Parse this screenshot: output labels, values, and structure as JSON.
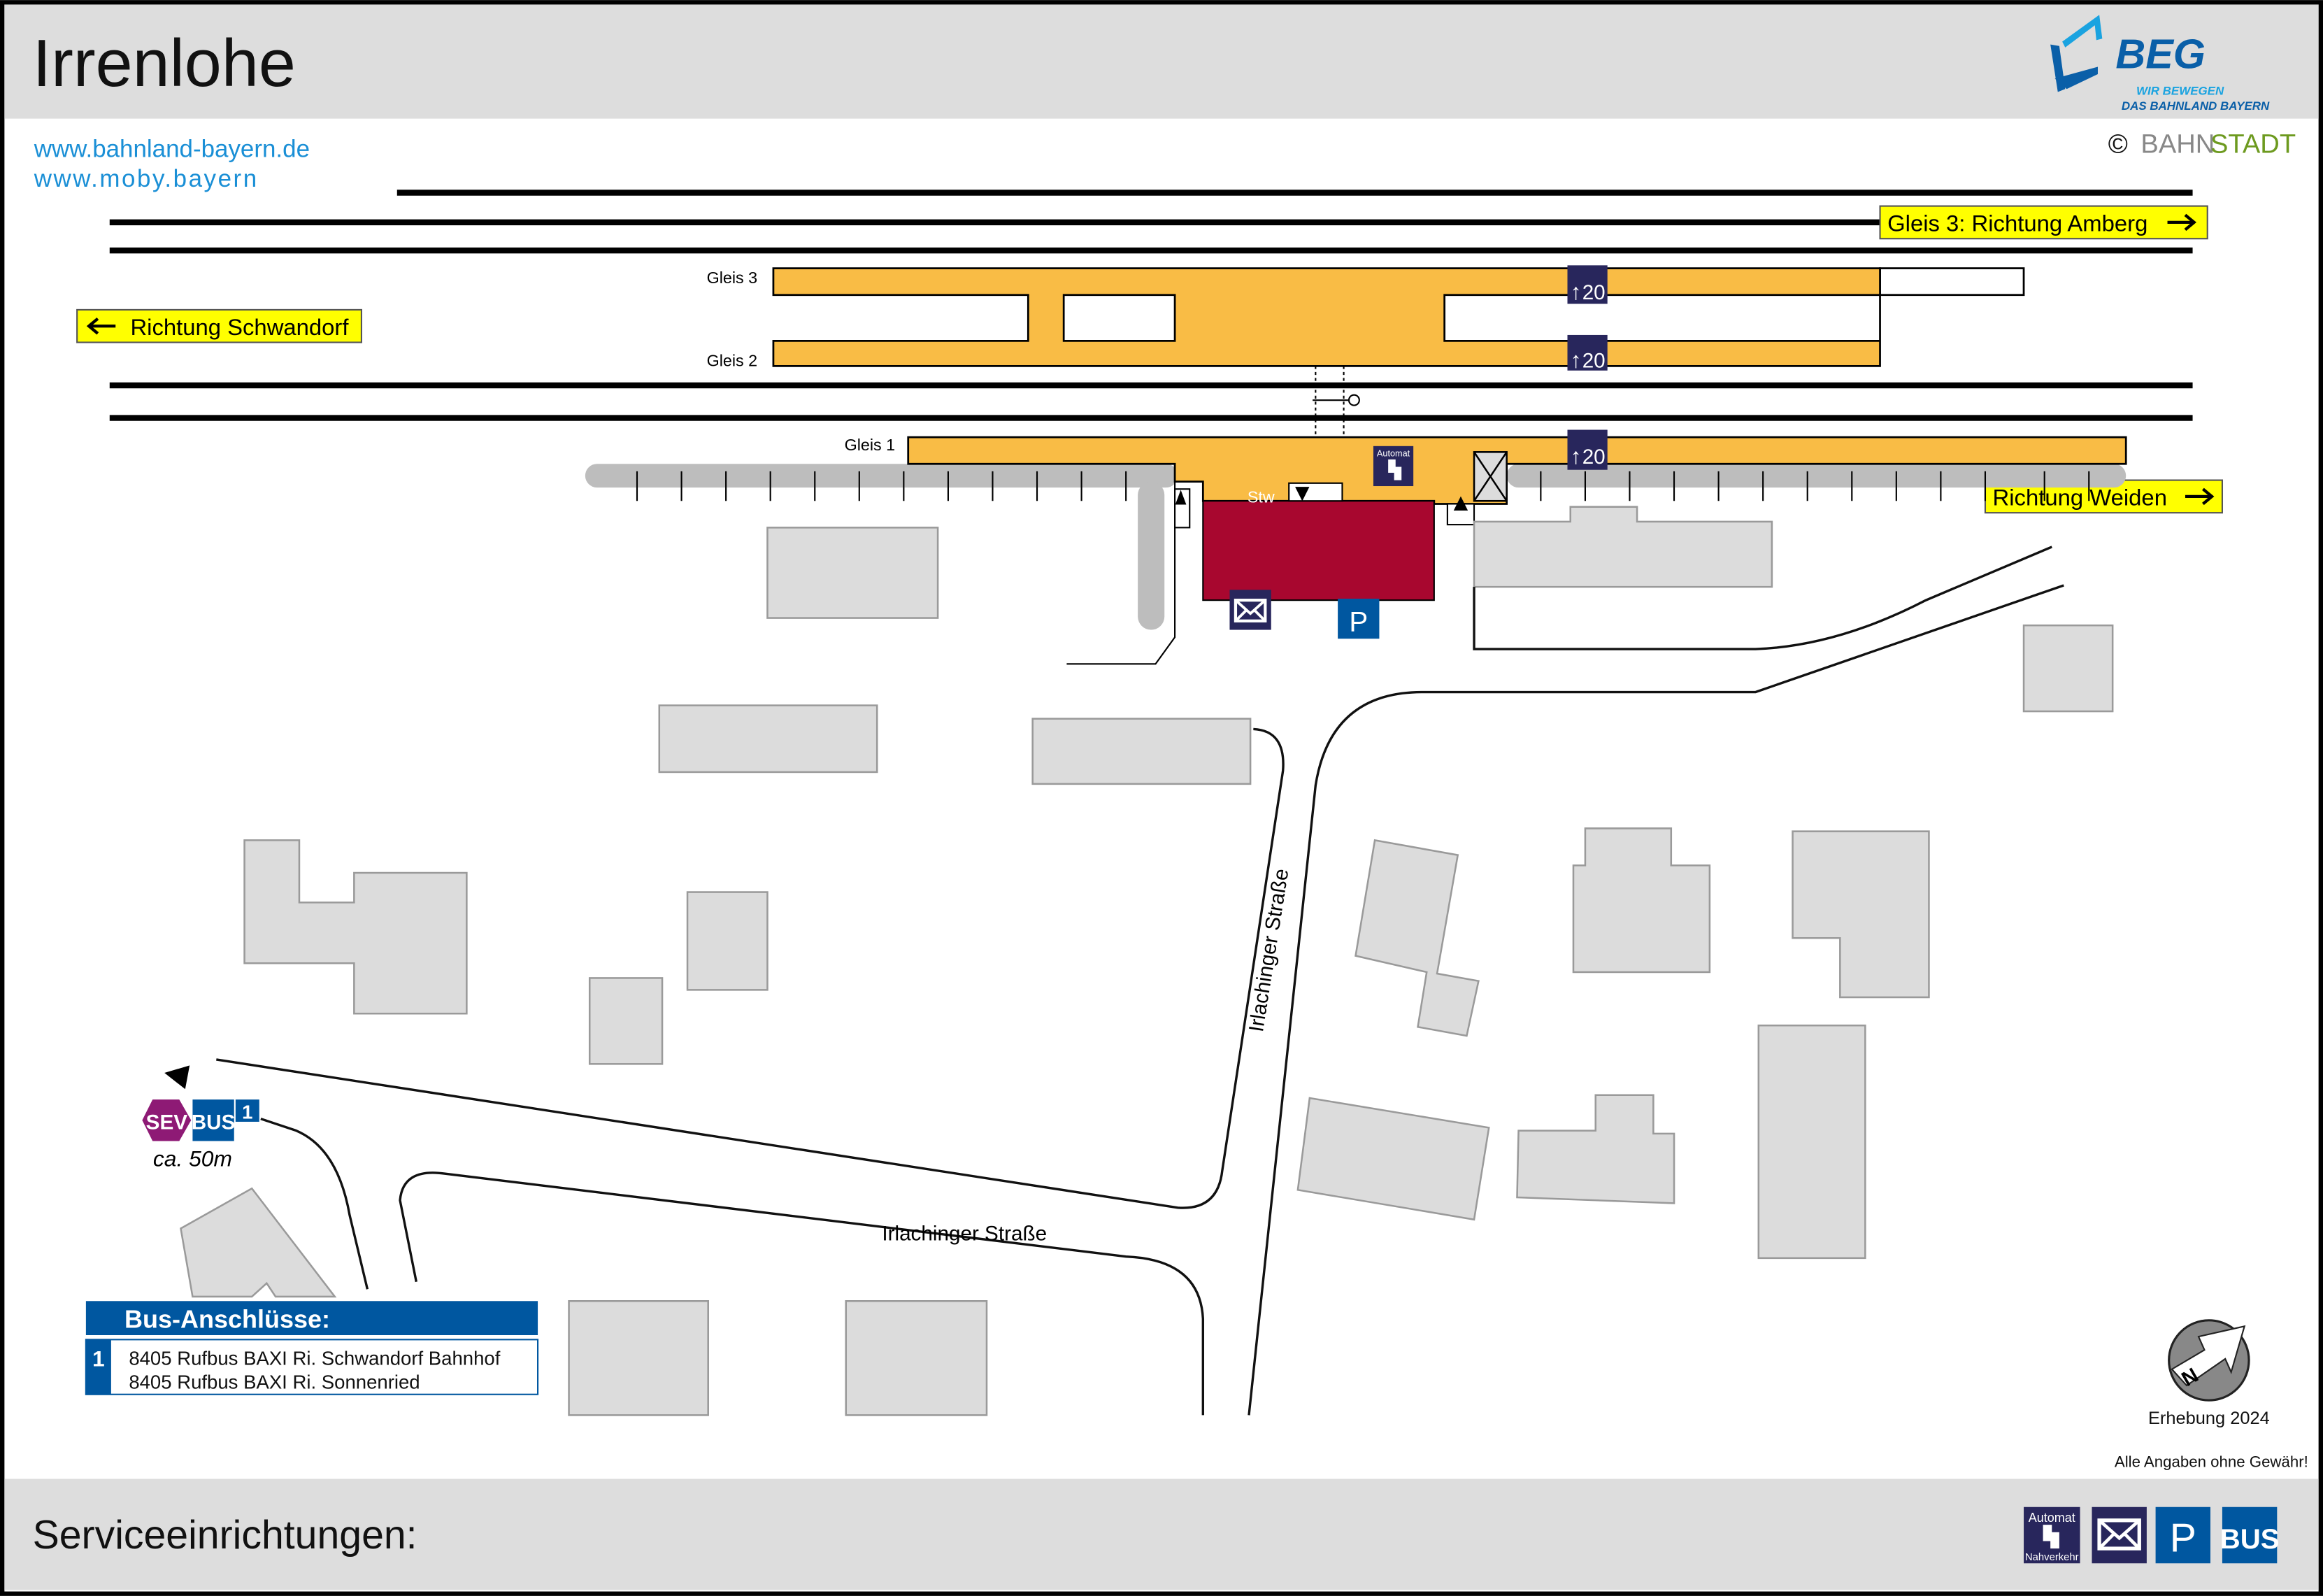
{
  "header": {
    "title": "Irrenlohe",
    "logo": {
      "name": "BEG",
      "tagline_1": "WIR BEWEGEN",
      "tagline_2": "DAS BAHNLAND BAYERN"
    },
    "links": [
      "www.bahnland-bayern.de",
      "www.moby.bayern"
    ],
    "copyright": {
      "symbol": "©",
      "part1": "BAHN",
      "part2": "STADT"
    }
  },
  "map": {
    "directions": {
      "gleis3": "Gleis 3: Richtung Amberg",
      "schwandorf": "Richtung Schwandorf",
      "weiden": "Richtung Weiden"
    },
    "platform_labels": [
      "Gleis 3",
      "Gleis 2",
      "Gleis 1"
    ],
    "platform_height": "20",
    "building_label": "Stw",
    "automat_label": "Automat",
    "streets": [
      "Irlachinger Straße",
      "Irlachinger Straße"
    ],
    "bus_stop": {
      "sev": "SEV",
      "bus": "BUS",
      "number": "1",
      "distance": "ca. 50m"
    },
    "compass_letter": "N",
    "survey": "Erhebung 2024",
    "disclaimer": "Alle Angaben ohne Gewähr!"
  },
  "bus_connections": {
    "title": "Bus-Anschlüsse:",
    "stop_number": "1",
    "lines": [
      "8405 Rufbus BAXI Ri. Schwandorf Bahnhof",
      "8405 Rufbus BAXI Ri. Sonnenried"
    ]
  },
  "footer": {
    "title": "Serviceeinrichtungen:",
    "icons": [
      {
        "name": "ticket-machine",
        "label_top": "Automat",
        "label_bottom": "Nahverkehr"
      },
      {
        "name": "mailbox",
        "label": ""
      },
      {
        "name": "parking",
        "label": "P"
      },
      {
        "name": "bus",
        "label": "BUS"
      }
    ]
  },
  "colors": {
    "platform": "#f9bc45",
    "station_building": "#a8072f",
    "navy_icon": "#28265c",
    "blue_icon": "#0057a0",
    "sev": "#8e1a75",
    "direction_box": "#ffff00",
    "link": "#1a8fd6"
  }
}
